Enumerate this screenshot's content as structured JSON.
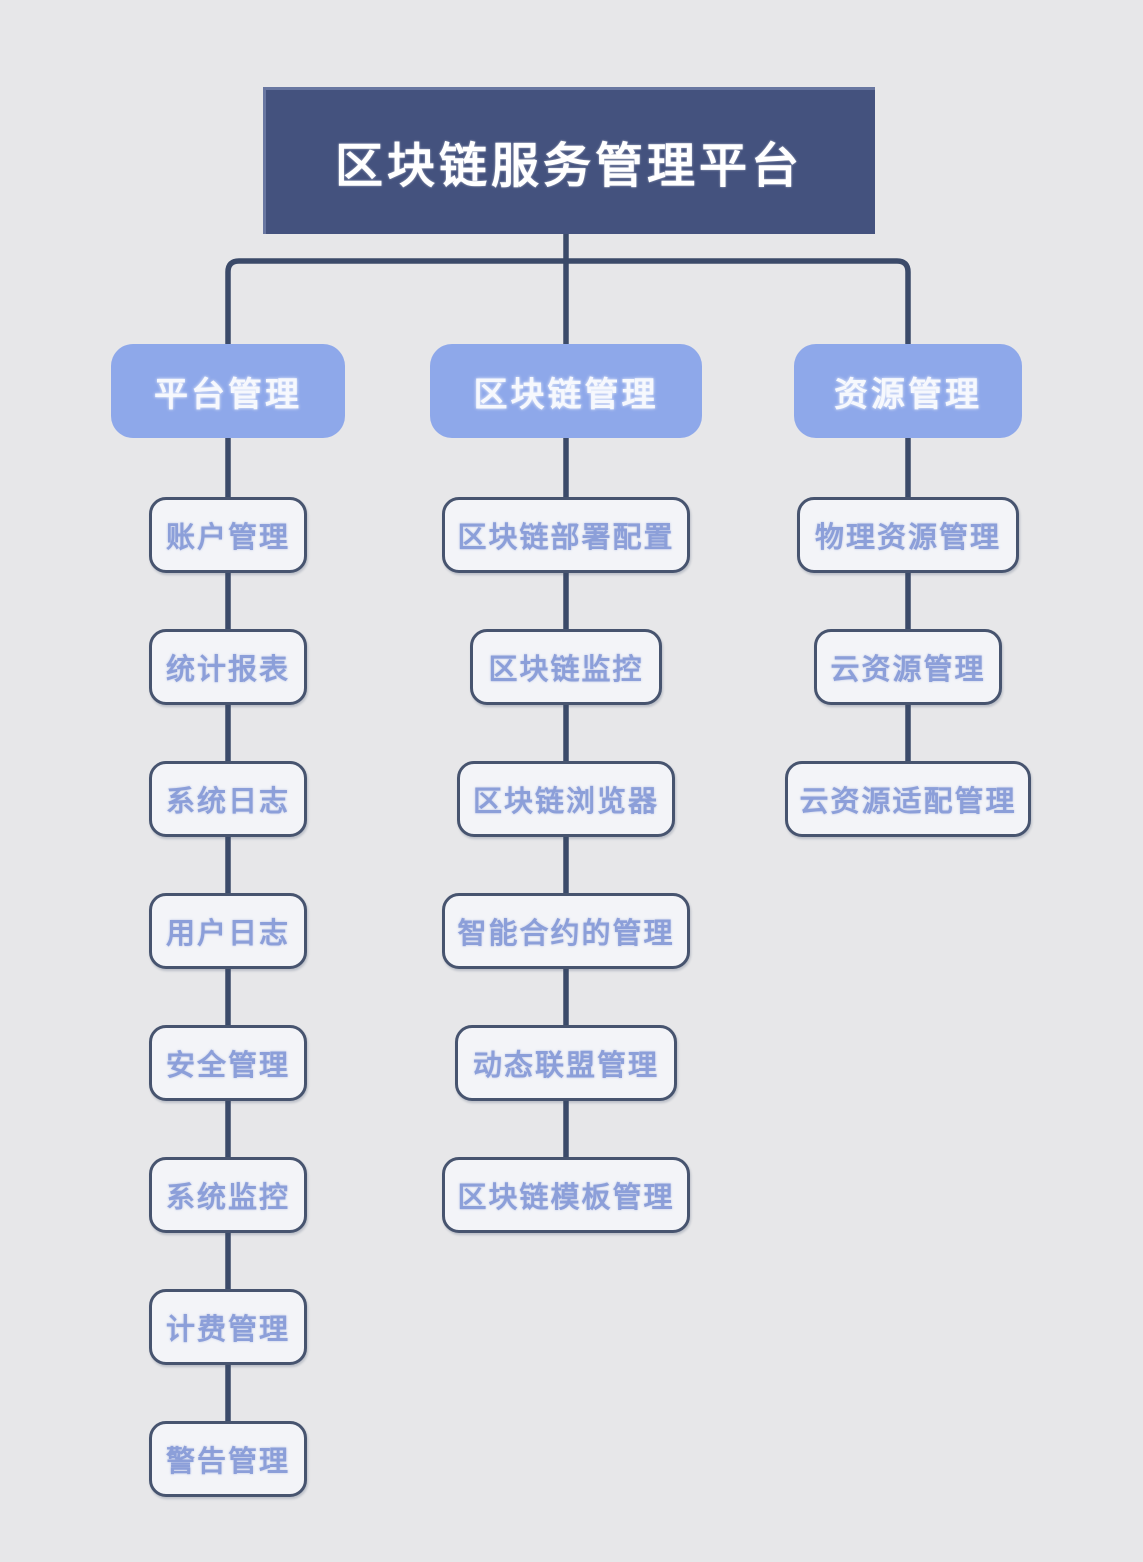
{
  "diagram": {
    "title": "区块链服务管理平台",
    "root": {
      "label": "区块链服务管理平台"
    },
    "branches": [
      {
        "id": "platform-management",
        "label": "平台管理",
        "children": [
          "账户管理",
          "统计报表",
          "系统日志",
          "用户日志",
          "安全管理",
          "系统监控",
          "计费管理",
          "警告管理"
        ]
      },
      {
        "id": "blockchain-management",
        "label": "区块链管理",
        "children": [
          "区块链部署配置",
          "区块链监控",
          "区块链浏览器",
          "智能合约的管理",
          "动态联盟管理",
          "区块链模板管理"
        ]
      },
      {
        "id": "resource-management",
        "label": "资源管理",
        "children": [
          "物理资源管理",
          "云资源管理",
          "云资源适配管理"
        ]
      }
    ]
  },
  "colors": {
    "background": "#e7e7e9",
    "root_bg": "#44527e",
    "root_text": "#ffffff",
    "branch_bg": "#8ea8ea",
    "branch_text": "#f6f8fd",
    "leaf_bg": "#f3f4f8",
    "leaf_border": "#47546f",
    "leaf_text": "#8c9fd9",
    "line": "#3b4a69"
  }
}
